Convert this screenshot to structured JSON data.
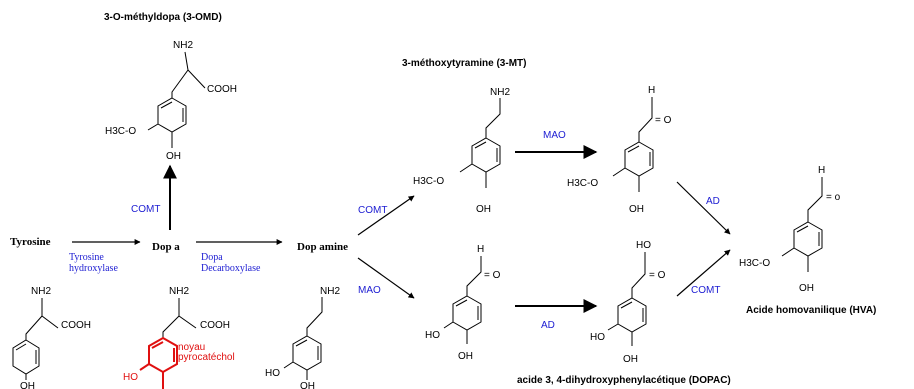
{
  "molecules": {
    "omd_title": "3-O-méthyldopa (3-OMD)",
    "mt_title": "3-méthoxytyramine (3-MT)",
    "hva_title": "Acide homovanilique (HVA)",
    "dopac_title": "acide 3, 4-dihydroxyphenylacétique (DOPAC)",
    "tyrosine": "Tyrosine",
    "dopa": "Dop a",
    "dopamine": "Dop amine"
  },
  "enzymes": {
    "tyrosine_hydroxylase_1": "Tyrosine",
    "tyrosine_hydroxylase_2": "hydroxylase",
    "dopa_decarboxylase_1": "Dopa",
    "dopa_decarboxylase_2": "Decarboxylase",
    "comt_dopa": "COMT",
    "comt_dopamine": "COMT",
    "mao_dopamine": "MAO",
    "mao_mt": "MAO",
    "ad_top": "AD",
    "ad_dopac": "AD",
    "comt_dopac": "COMT"
  },
  "labels": {
    "nh2_omd": "NH2",
    "cooh_omd": "COOH",
    "h3co_omd": "H3C-O",
    "oh_omd": "OH",
    "nh2_mt": "NH2",
    "h3co_mt": "H3C-O",
    "oh_mt": "OH",
    "h_ald_top": "H",
    "o_ald_top": "= O",
    "h3co_ald_top": "H3C-O",
    "oh_ald_top": "OH",
    "h_hva": "H",
    "o_hva": "= o",
    "h3co_hva": "H3C-O",
    "oh_hva": "OH",
    "h_ald_bottom": "H",
    "o_ald_bottom": "= O",
    "ho_ald_bottom": "HO",
    "oh_ald_bottom": "OH",
    "ho_dopac_top": "HO",
    "o_dopac": "= O",
    "ho_dopac": "HO",
    "oh_dopac": "OH",
    "nh2_tyr": "NH2",
    "cooh_tyr": "COOH",
    "oh_tyr": "OH",
    "nh2_dopa": "NH2",
    "cooh_dopa": "COOH",
    "noyau_1": "noyau",
    "noyau_2": "pyrocatéchol",
    "ho_dopa": "HO",
    "nh2_da": "NH2",
    "ho_da": "HO",
    "oh_da": "OH"
  },
  "colors": {
    "enzyme": "#1c1cd2",
    "highlight": "#e01010",
    "ink": "#000000"
  }
}
